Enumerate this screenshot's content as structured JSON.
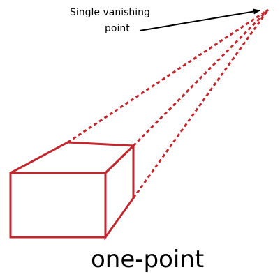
{
  "annotation": {
    "line1": "Single vanishing",
    "line2": "point"
  },
  "caption": "one-point",
  "colors": {
    "box": "#c1272d",
    "guides": "#c1272d",
    "arrow": "#000000",
    "text": "#000000",
    "background": "#ffffff"
  }
}
